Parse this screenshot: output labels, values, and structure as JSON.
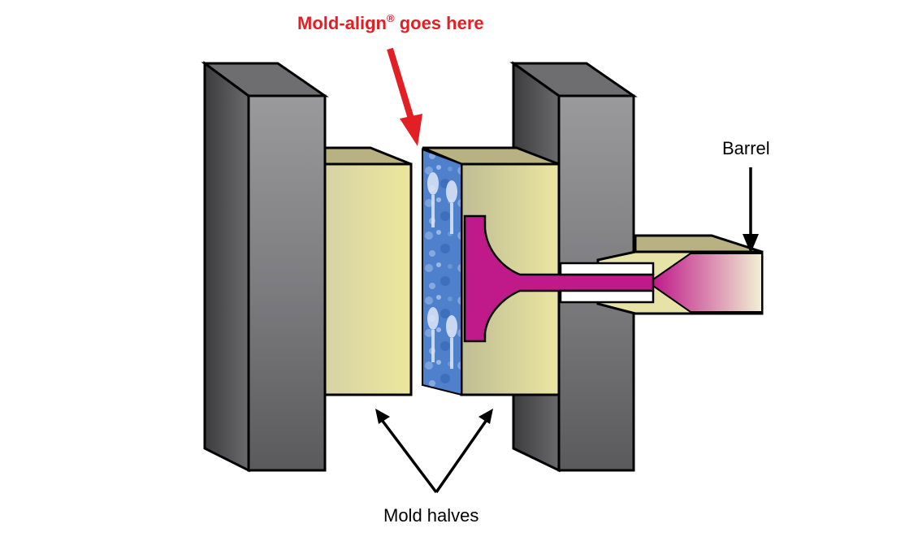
{
  "title": {
    "prefix": "Mold-align",
    "mark": "®",
    "suffix": " goes here",
    "color": "#e31f26"
  },
  "labels": {
    "barrel": "Barrel",
    "mold_halves": "Mold halves"
  },
  "colors": {
    "platen_front": "#8a8a8c",
    "platen_side": "#4a4a4c",
    "platen_top": "#6a6a6c",
    "mold_front": "#e8e4a0",
    "mold_top": "#b9b383",
    "mold_shade": "#c9c79a",
    "insert_blue": "#4f7fc9",
    "resin": "#c01a8a",
    "nozzle_fill": "#ffffff",
    "stroke": "#000000"
  }
}
